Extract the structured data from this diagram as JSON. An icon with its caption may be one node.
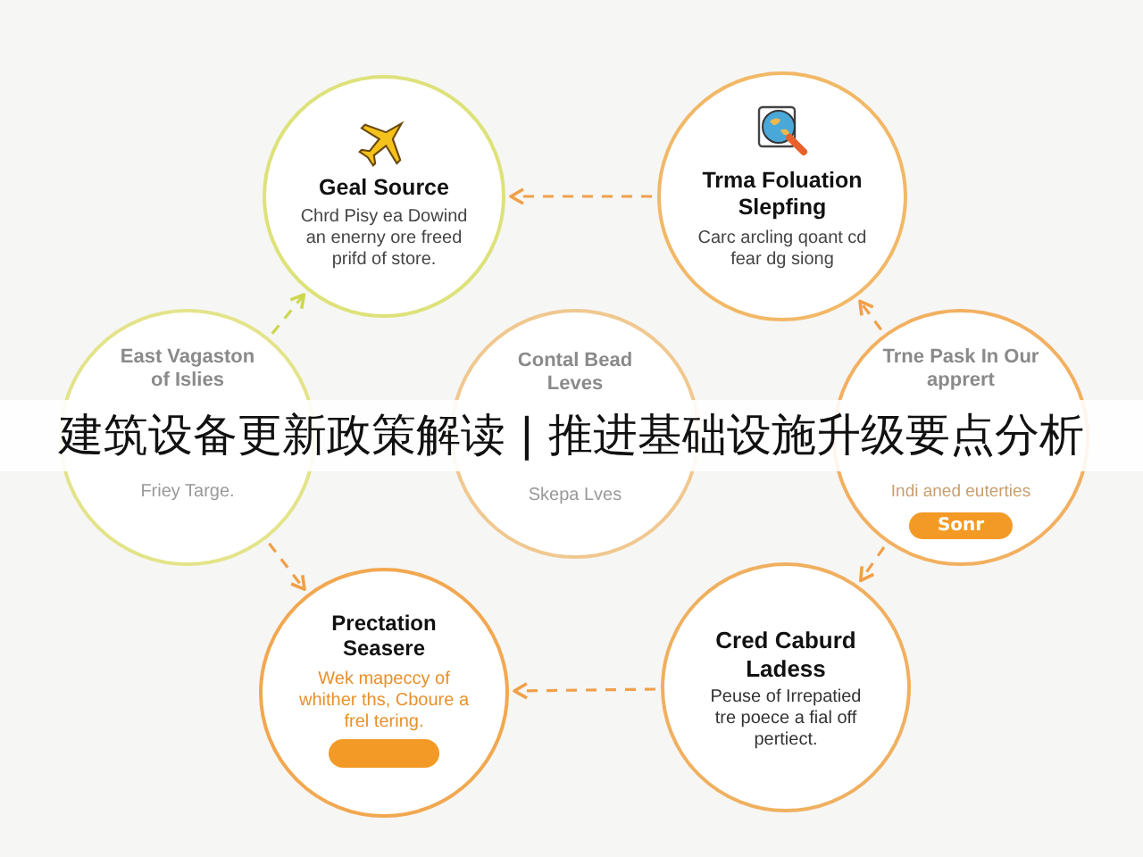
{
  "diagram": {
    "title": "建筑设备更新政策解读 | 推进基础设施升级要点分析",
    "nodes": [
      {
        "text": [
          "Geal Source",
          "Chrd Pisy ea Dowind an enerny ore freed prifd of store."
        ]
      },
      {
        "text": [
          "Trma Foluation Slepfing",
          "Carc arcling qoant cd fear dg siong"
        ]
      },
      {
        "text": [
          "East Vagaston of Islies",
          "Friey Targe."
        ]
      },
      {
        "text": [
          "Contal Bead Leves",
          "Skepa Lves"
        ]
      },
      {
        "text": [
          "Trne Pask In Our apprert",
          "Indi aned euterties"
        ]
      },
      {
        "text": [
          "Sonr"
        ],
        "in": 4
      },
      {
        "text": [
          "Prectation Seasere",
          "Wek mapeccy of whither ths, Cboure a frel tering."
        ]
      },
      {
        "text": [],
        "shape": "box",
        "in": 6
      },
      {
        "text": [
          "Cred Caburd Ladess",
          "Peuse of Irrepatied tre poece a fial off pertiect."
        ]
      }
    ],
    "edges": [
      {
        "from": 1,
        "to": 0,
        "arrow": "to",
        "style": "dashed"
      },
      {
        "from": 2,
        "to": 0,
        "arrow": "to",
        "style": "dashed",
        "color": "#cbd84e"
      },
      {
        "from": 4,
        "to": 1,
        "arrow": "to",
        "style": "dashed"
      },
      {
        "from": 2,
        "to": 6,
        "arrow": "to",
        "style": "dashed"
      },
      {
        "from": 4,
        "to": 8,
        "arrow": "to",
        "style": "dashed"
      },
      {
        "from": 8,
        "to": 6,
        "arrow": "to",
        "style": "dashed"
      }
    ]
  }
}
